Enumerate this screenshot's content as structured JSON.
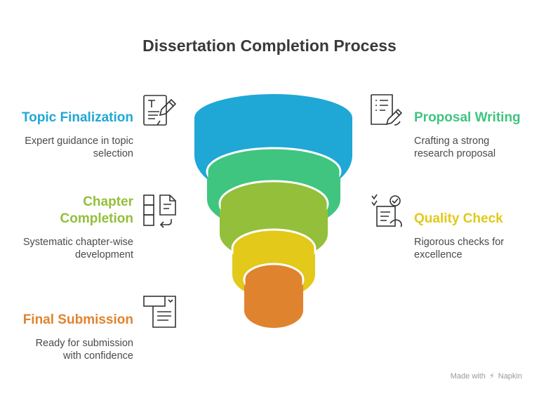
{
  "title": "Dissertation Completion Process",
  "colors": {
    "blue": "#1fa7d6",
    "green": "#3fc57f",
    "lime": "#93bf3a",
    "yellow": "#e2c91a",
    "orange": "#e0832f",
    "icon": "#333333"
  },
  "stages": {
    "topic": {
      "title": "Topic Finalization",
      "desc1": "Expert guidance in topic",
      "desc2": "selection",
      "icon": "document-pen-icon"
    },
    "proposal": {
      "title": "Proposal Writing",
      "desc1": "Crafting a strong",
      "desc2": "research proposal",
      "icon": "checklist-pen-icon"
    },
    "chapter": {
      "title1": "Chapter",
      "title2": "Completion",
      "desc1": "Systematic chapter-wise",
      "desc2": "development",
      "icon": "chapter-blocks-icon"
    },
    "quality": {
      "title": "Quality Check",
      "desc1": "Rigorous checks for",
      "desc2": "excellence",
      "icon": "quality-check-icon"
    },
    "final": {
      "title": "Final Submission",
      "desc1": "Ready for submission",
      "desc2": "with confidence",
      "icon": "submission-document-icon"
    }
  },
  "footer": {
    "made_with": "Made with",
    "brand": "Napkin"
  }
}
